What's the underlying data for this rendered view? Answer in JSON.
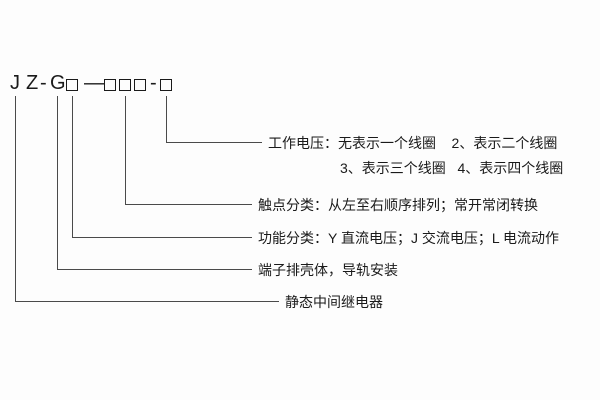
{
  "model_code": {
    "char_j": "J",
    "char_z": "Z",
    "dash1": "-",
    "char_g": "G",
    "dash2": "—",
    "dash3": "-"
  },
  "labels": {
    "working_voltage_line1": "工作电压：无表示一个线圈    2、表示二个线圈",
    "working_voltage_line2": "3、表示三个线圈   4、表示四个线圈",
    "contact_class": "触点分类：从左至右顺序排列；常开常闭转换",
    "function_class": "功能分类：Y 直流电压；J 交流电压；L 电流动作",
    "housing": "端子排壳体，导轨安装",
    "relay_type": "静态中间继电器"
  }
}
